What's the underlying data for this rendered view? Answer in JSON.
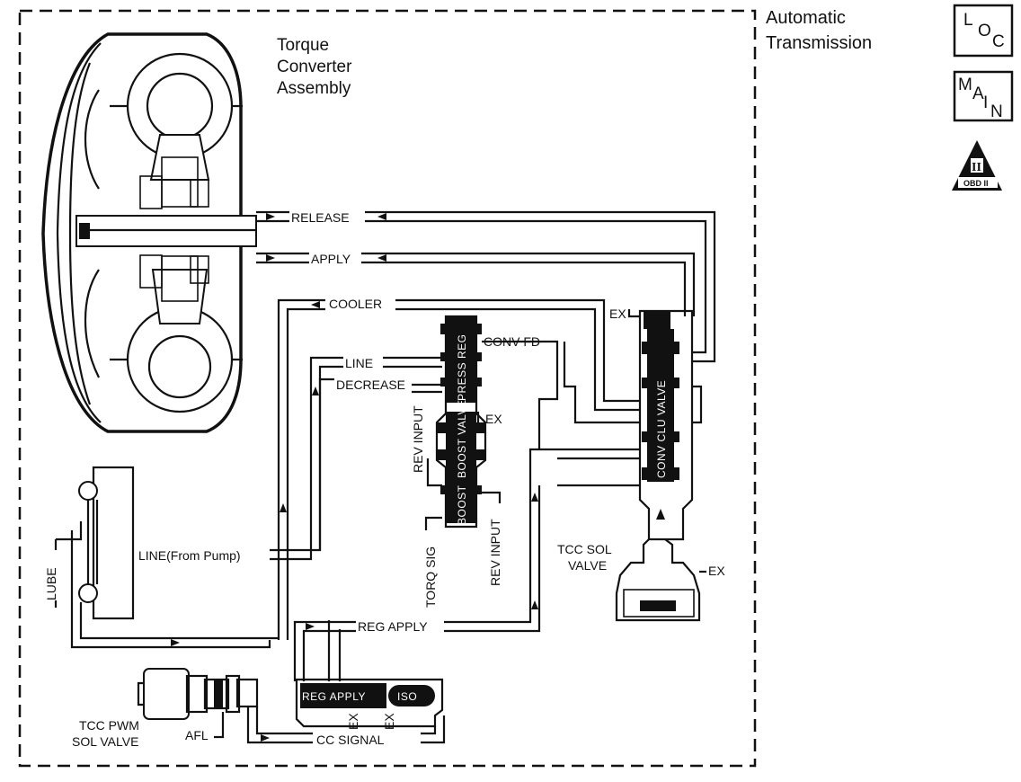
{
  "title": {
    "line1": "Automatic",
    "line2": "Transmission"
  },
  "badges": {
    "loc": [
      "L",
      "O",
      "C"
    ],
    "main": [
      "M",
      "A",
      "I",
      "N"
    ],
    "obd": {
      "numeral": "II",
      "text": "OBD II"
    }
  },
  "torque_converter": {
    "line1": "Torque",
    "line2": "Converter",
    "line3": "Assembly"
  },
  "circuits": {
    "release": "RELEASE",
    "apply": "APPLY",
    "cooler": "COOLER",
    "line": "LINE",
    "decrease": "DECREASE",
    "conv_fd": "CONV FD",
    "ex": "EX",
    "rev_input": "REV INPUT",
    "torq_sig": "TORQ SIG",
    "line_from_pump": "LINE(From Pump)",
    "lube": "LUBE",
    "reg_apply": "REG APPLY",
    "cc_signal": "CC SIGNAL",
    "afl": "AFL"
  },
  "valves": {
    "press_reg": "PRESS REG",
    "boost_valve": "BOOST VALVE",
    "boost": "BOOST",
    "conv_clu_valve": "CONV CLU VALVE",
    "reg_apply": "REG APPLY",
    "iso": "ISO"
  },
  "components": {
    "tcc_sol_valve": [
      "TCC SOL",
      "VALVE"
    ],
    "tcc_pwm_sol_valve": [
      "TCC PWM",
      "SOL VALVE"
    ]
  }
}
